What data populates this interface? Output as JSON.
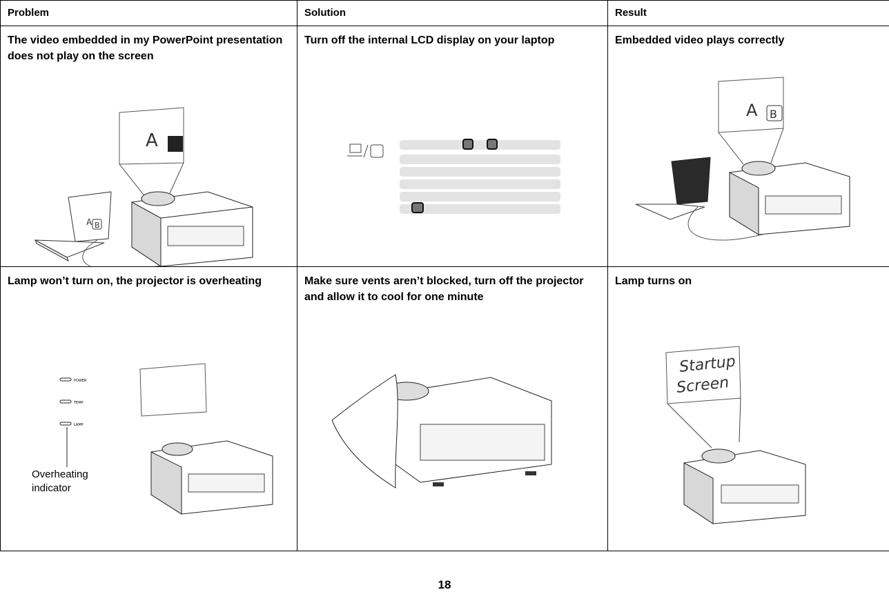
{
  "table": {
    "headers": {
      "problem": "Problem",
      "solution": "Solution",
      "result": "Result"
    },
    "rows": [
      {
        "problem": "The video embedded in my PowerPoint presentation does not play on the screen",
        "solution": "Turn off the internal LCD display on your laptop",
        "result": "Embedded video plays correctly",
        "screen_letters": {
          "a": "A",
          "b": "B"
        }
      },
      {
        "problem": "Lamp won’t turn on, the projector is overheating",
        "solution": "Make sure vents aren’t blocked, turn off the projector and allow it to cool for one minute",
        "result": "Lamp turns on",
        "indicators": [
          "POWER",
          "TEMP",
          "LAMP"
        ],
        "callout": "Overheating indicator",
        "startup_screen": [
          "Startup",
          "Screen"
        ]
      }
    ]
  },
  "page_number": "18"
}
